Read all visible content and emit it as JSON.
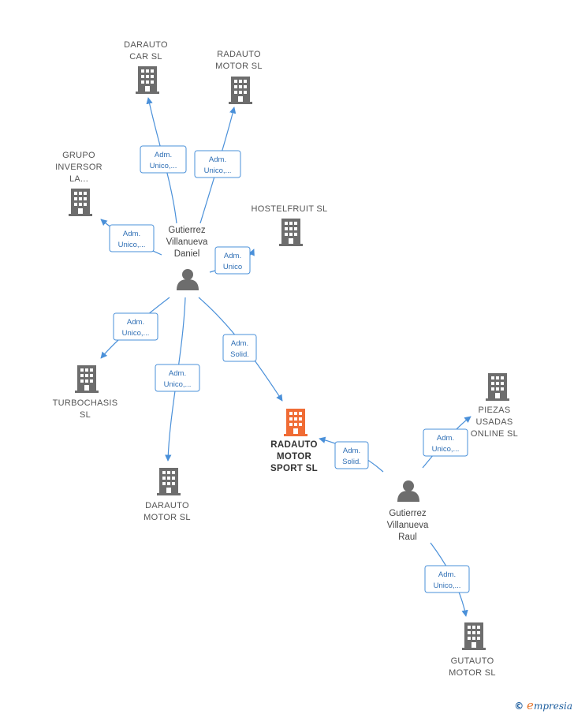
{
  "colors": {
    "edge": "#4a90d9",
    "company": "#6d6d6d",
    "main_company": "#f06c35",
    "person": "#6d6d6d"
  },
  "companies": [
    {
      "id": "darauto_car",
      "lines": [
        "DARAUTO",
        "CAR  SL"
      ]
    },
    {
      "id": "radauto_motor",
      "lines": [
        "RADAUTO",
        "MOTOR  SL"
      ]
    },
    {
      "id": "grupo_inversor",
      "lines": [
        "GRUPO",
        "INVERSOR",
        "LA..."
      ]
    },
    {
      "id": "hostelfruit",
      "lines": [
        "HOSTELFRUIT SL"
      ]
    },
    {
      "id": "turbochasis",
      "lines": [
        "TURBOCHASIS",
        "SL"
      ]
    },
    {
      "id": "darauto_motor",
      "lines": [
        "DARAUTO",
        "MOTOR  SL"
      ]
    },
    {
      "id": "radauto_motor_sport",
      "lines": [
        "RADAUTO",
        "MOTOR",
        "SPORT  SL"
      ],
      "main": true
    },
    {
      "id": "piezas_usadas",
      "lines": [
        "PIEZAS",
        "USADAS",
        "ONLINE  SL"
      ]
    },
    {
      "id": "gutauto_motor",
      "lines": [
        "GUTAUTO",
        "MOTOR  SL"
      ]
    }
  ],
  "persons": [
    {
      "id": "daniel",
      "lines": [
        "Gutierrez",
        "Villanueva",
        "Daniel"
      ]
    },
    {
      "id": "raul",
      "lines": [
        "Gutierrez",
        "Villanueva",
        "Raul"
      ]
    }
  ],
  "relations": [
    {
      "id": "d_darauto_car",
      "lines": [
        "Adm.",
        "Unico,..."
      ]
    },
    {
      "id": "d_radauto_motor",
      "lines": [
        "Adm.",
        "Unico,..."
      ]
    },
    {
      "id": "d_grupo",
      "lines": [
        "Adm.",
        "Unico,..."
      ]
    },
    {
      "id": "d_hostelfruit",
      "lines": [
        "Adm.",
        "Unico"
      ]
    },
    {
      "id": "d_turbochasis",
      "lines": [
        "Adm.",
        "Unico,..."
      ]
    },
    {
      "id": "d_darauto_motor",
      "lines": [
        "Adm.",
        "Unico,..."
      ]
    },
    {
      "id": "d_sport",
      "lines": [
        "Adm.",
        "Solid."
      ]
    },
    {
      "id": "r_sport",
      "lines": [
        "Adm.",
        "Solid."
      ]
    },
    {
      "id": "r_piezas",
      "lines": [
        "Adm.",
        "Unico,..."
      ]
    },
    {
      "id": "r_gutauto",
      "lines": [
        "Adm.",
        "Unico,..."
      ]
    }
  ],
  "footer": {
    "copyright": "©",
    "brand_first": "e",
    "brand_rest": "mpresia"
  }
}
